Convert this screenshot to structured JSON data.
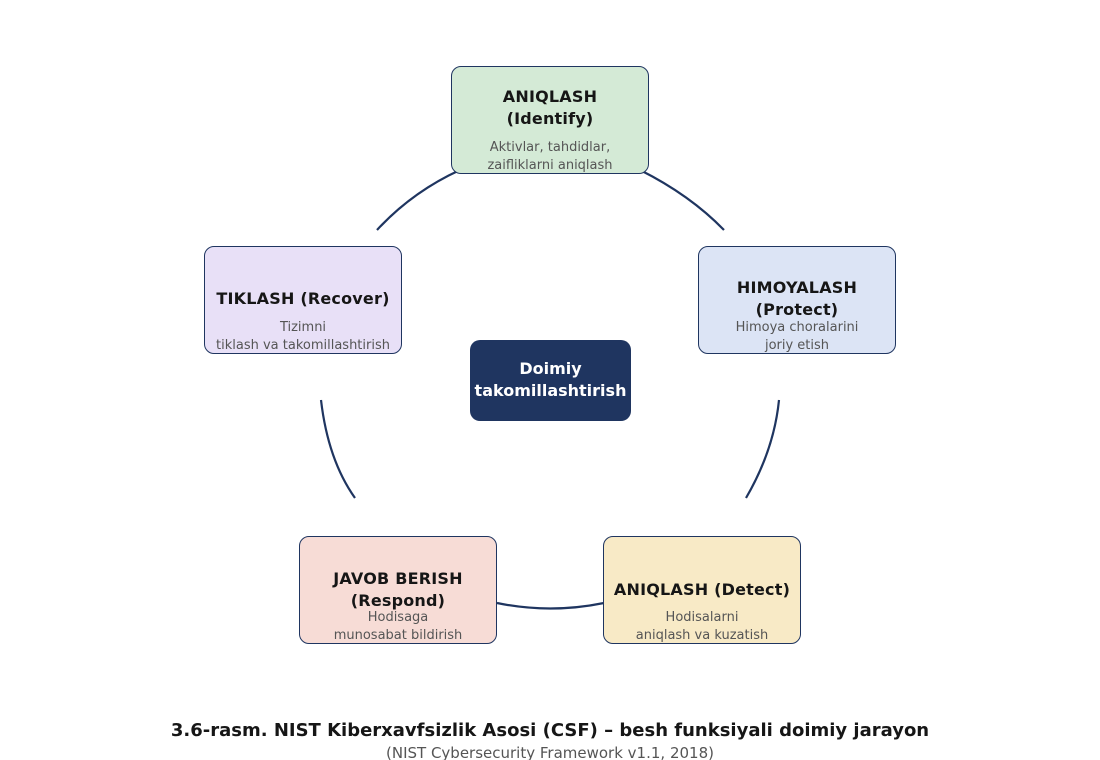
{
  "nodes": {
    "identify": {
      "title_1": "ANIQLASH",
      "title_2": "(Identify)",
      "desc_1": "Aktivlar, tahdidlar,",
      "desc_2": "zaifliklarni aniqlash",
      "color": "#d4ead6"
    },
    "protect": {
      "title_1": "HIMOYALASH",
      "title_2": "(Protect)",
      "desc_1": "Himoya choralarini",
      "desc_2": "joriy etish",
      "color": "#dce4f5"
    },
    "detect": {
      "title_1": "ANIQLASH (Detect)",
      "desc_1": "Hodisalarni",
      "desc_2": "aniqlash va kuzatish",
      "color": "#f8eac6"
    },
    "respond": {
      "title_1": "JAVOB BERISH",
      "title_2": "(Respond)",
      "desc_1": "Hodisaga",
      "desc_2": "munosabat bildirish",
      "color": "#f7dcd6"
    },
    "recover": {
      "title_1": "TIKLASH (Recover)",
      "desc_1": "Tizimni",
      "desc_2": "tiklash va takomillashtirish",
      "color": "#e8e0f7"
    }
  },
  "center": {
    "line_1": "Doimiy",
    "line_2": "takomillashtirish",
    "color": "#1f3560"
  },
  "connector_color": "#1f3560",
  "caption": {
    "title": "3.6-rasm. NIST Kiberxavfsizlik Asosi (CSF) – besh funksiyali doimiy jarayon",
    "subtitle": "(NIST Cybersecurity Framework v1.1, 2018)"
  }
}
